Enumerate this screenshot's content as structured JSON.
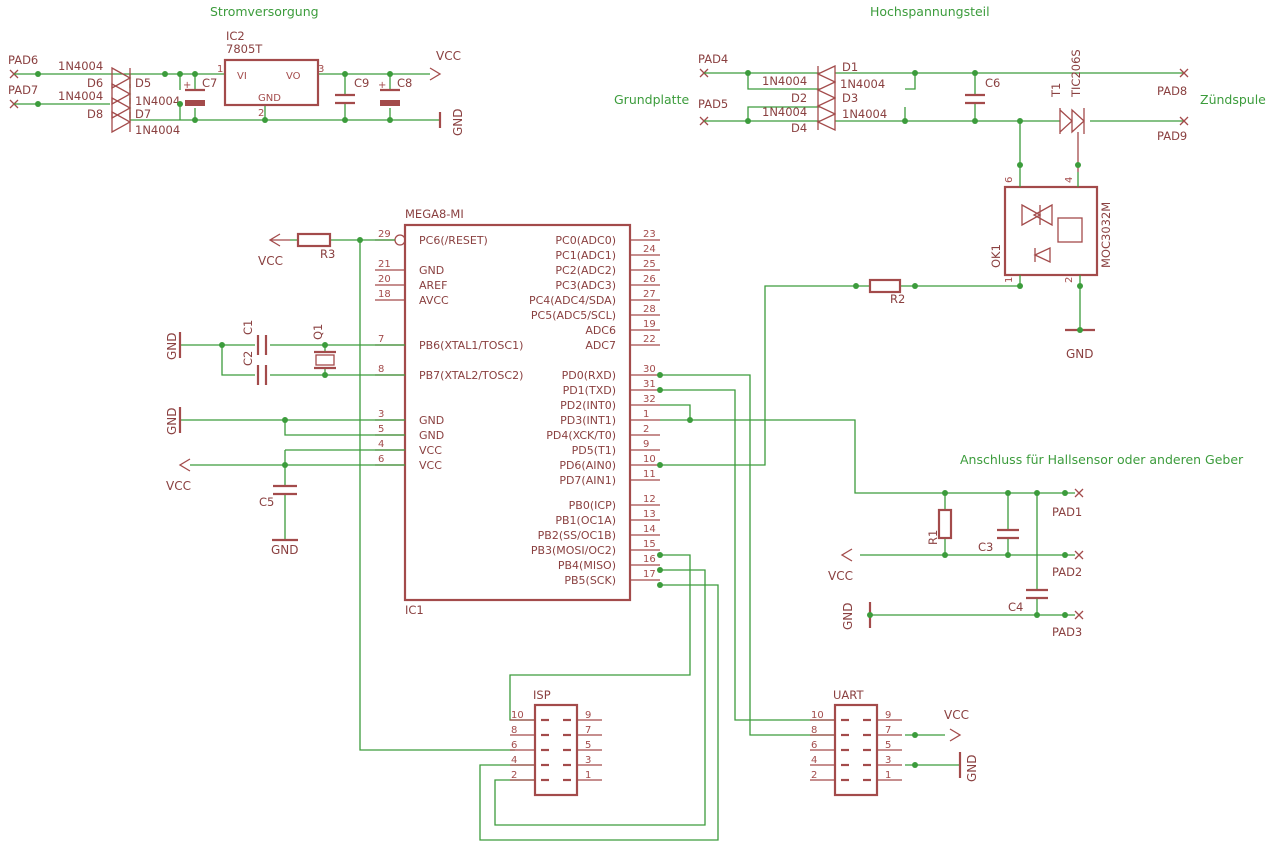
{
  "titles": {
    "power_supply": "Stromversorgung",
    "high_voltage": "Hochspannungsteil",
    "grundplatte": "Grundplatte",
    "zuendspule": "Zündspule",
    "sensor_connection": "Anschluss für Hallsensor oder anderen Geber"
  },
  "pads": {
    "pad1": "PAD1",
    "pad2": "PAD2",
    "pad3": "PAD3",
    "pad4": "PAD4",
    "pad5": "PAD5",
    "pad6": "PAD6",
    "pad7": "PAD7",
    "pad8": "PAD8",
    "pad9": "PAD9"
  },
  "power": {
    "vcc": "VCC",
    "gnd": "GND"
  },
  "diodes": {
    "part": "1N4004",
    "names": {
      "d1": "D1",
      "d2": "D2",
      "d3": "D3",
      "d4": "D4",
      "d5": "D5",
      "d6": "D6",
      "d7": "D7",
      "d8": "D8"
    }
  },
  "regulator": {
    "name": "IC2",
    "value": "7805T",
    "vi": "VI",
    "vo": "VO",
    "gnd": "GND",
    "pin1": "1",
    "pin2": "2",
    "pin3": "3"
  },
  "capacitors": {
    "c1": "C1",
    "c2": "C2",
    "c3": "C3",
    "c4": "C4",
    "c5": "C5",
    "c6": "C6",
    "c7": "C7",
    "c8": "C8",
    "c9": "C9"
  },
  "resistors": {
    "r1": "R1",
    "r2": "R2",
    "r3": "R3"
  },
  "crystal": "Q1",
  "triac": {
    "name": "T1",
    "value": "TIC206S"
  },
  "optocoupler": {
    "name": "OK1",
    "value": "MOC3032M",
    "pin6": "6",
    "pin4": "4",
    "pin1": "1",
    "pin2": "2"
  },
  "mcu": {
    "value": "MEGA8-MI",
    "name": "IC1",
    "left_pins": [
      {
        "num": "29",
        "label": "PC6(/RESET)"
      },
      {
        "num": "21",
        "label": "GND"
      },
      {
        "num": "20",
        "label": "AREF"
      },
      {
        "num": "18",
        "label": "AVCC"
      },
      {
        "num": "7",
        "label": "PB6(XTAL1/TOSC1)"
      },
      {
        "num": "8",
        "label": "PB7(XTAL2/TOSC2)"
      },
      {
        "num": "3",
        "label": "GND"
      },
      {
        "num": "5",
        "label": "GND"
      },
      {
        "num": "4",
        "label": "VCC"
      },
      {
        "num": "6",
        "label": "VCC"
      }
    ],
    "right_pins": [
      {
        "num": "23",
        "label": "PC0(ADC0)"
      },
      {
        "num": "24",
        "label": "PC1(ADC1)"
      },
      {
        "num": "25",
        "label": "PC2(ADC2)"
      },
      {
        "num": "26",
        "label": "PC3(ADC3)"
      },
      {
        "num": "27",
        "label": "PC4(ADC4/SDA)"
      },
      {
        "num": "28",
        "label": "PC5(ADC5/SCL)"
      },
      {
        "num": "19",
        "label": "ADC6"
      },
      {
        "num": "22",
        "label": "ADC7"
      },
      {
        "num": "30",
        "label": "PD0(RXD)"
      },
      {
        "num": "31",
        "label": "PD1(TXD)"
      },
      {
        "num": "32",
        "label": "PD2(INT0)"
      },
      {
        "num": "1",
        "label": "PD3(INT1)"
      },
      {
        "num": "2",
        "label": "PD4(XCK/T0)"
      },
      {
        "num": "9",
        "label": "PD5(T1)"
      },
      {
        "num": "10",
        "label": "PD6(AIN0)"
      },
      {
        "num": "11",
        "label": "PD7(AIN1)"
      },
      {
        "num": "12",
        "label": "PB0(ICP)"
      },
      {
        "num": "13",
        "label": "PB1(OC1A)"
      },
      {
        "num": "14",
        "label": "PB2(SS/OC1B)"
      },
      {
        "num": "15",
        "label": "PB3(MOSI/OC2)"
      },
      {
        "num": "16",
        "label": "PB4(MISO)"
      },
      {
        "num": "17",
        "label": "PB5(SCK)"
      }
    ]
  },
  "isp": {
    "name": "ISP",
    "left_pins": [
      "10",
      "8",
      "6",
      "4",
      "2"
    ],
    "right_pins": [
      "9",
      "7",
      "5",
      "3",
      "1"
    ]
  },
  "uart": {
    "name": "UART",
    "left_pins": [
      "10",
      "8",
      "6",
      "4",
      "2"
    ],
    "right_pins": [
      "9",
      "7",
      "5",
      "3",
      "1"
    ]
  },
  "colors": {
    "wire": "#3c9c3c",
    "part": "#a34b4b",
    "heading": "#3c9c3c"
  }
}
